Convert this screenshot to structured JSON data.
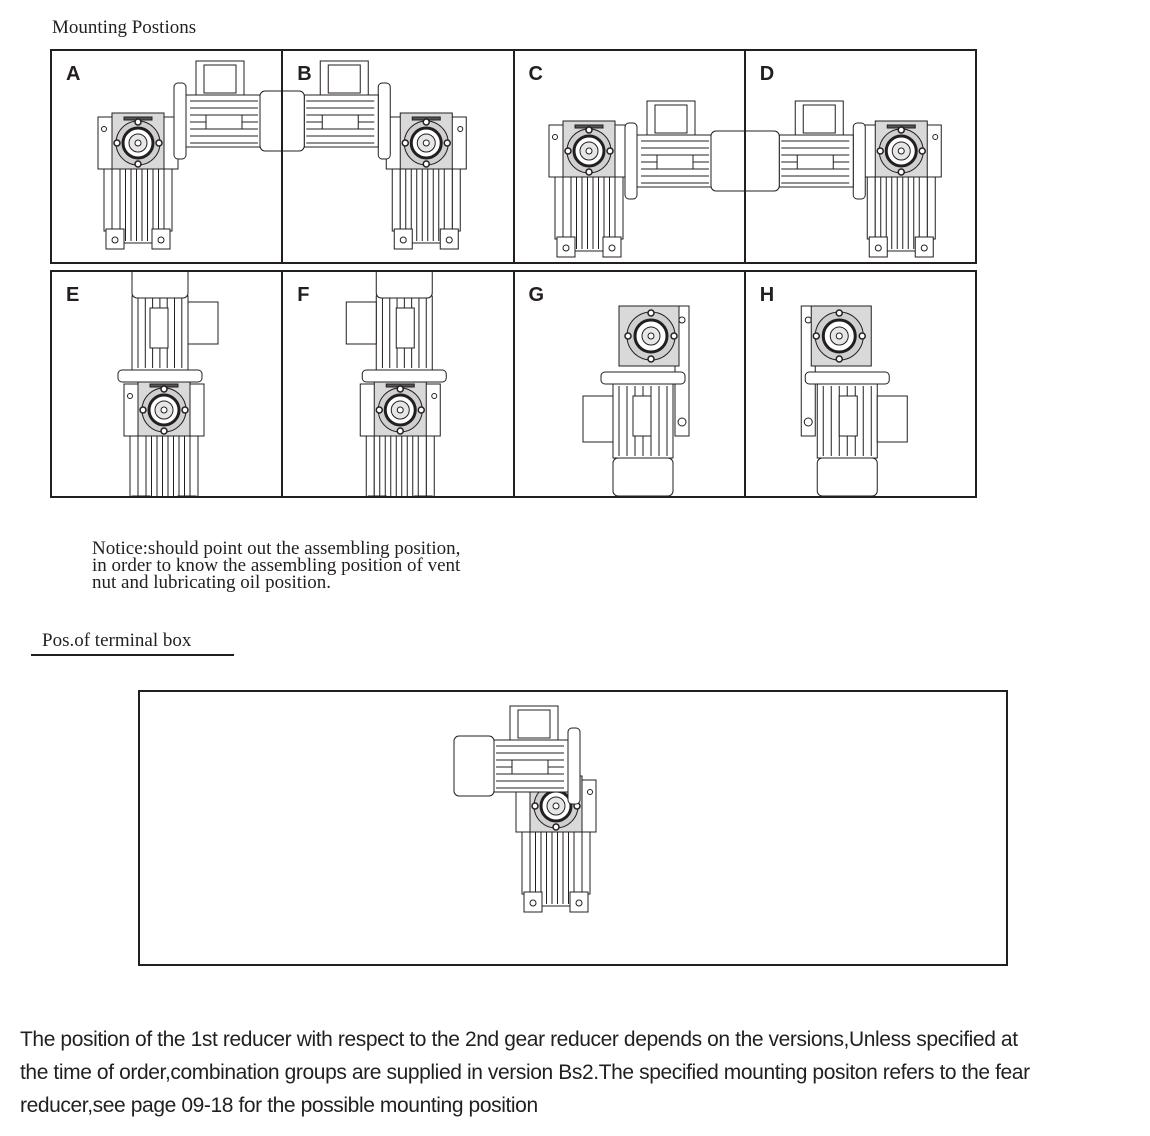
{
  "title": "Mounting Postions",
  "positions": [
    {
      "label": "A",
      "orientation": "gear-left-motor-right"
    },
    {
      "label": "B",
      "orientation": "motor-left-gear-right"
    },
    {
      "label": "C",
      "orientation": "gear-left-motor-right-low"
    },
    {
      "label": "D",
      "orientation": "motor-left-gear-right-low"
    },
    {
      "label": "E",
      "orientation": "motor-up-terminal-right"
    },
    {
      "label": "F",
      "orientation": "motor-up-terminal-left"
    },
    {
      "label": "G",
      "orientation": "motor-down-terminal-left"
    },
    {
      "label": "H",
      "orientation": "motor-down-terminal-right"
    }
  ],
  "notice": {
    "lines": [
      "Notice:should point out the assembling position,",
      "in order to know the assembling position of vent",
      "nut and lubricating oil position."
    ]
  },
  "terminal_box": {
    "label": "Pos.of terminal box"
  },
  "footer": {
    "lines": [
      "The position of the 1st reducer with respect to the 2nd gear reducer depends on the versions,Unless specified at",
      "the time of order,combination groups are supplied in version Bs2.The specified mounting positon refers to the fear",
      "reducer,see page 09-18 for the possible mounting position"
    ]
  },
  "colors": {
    "ink": "#231f20",
    "housing": "#d9d9d9",
    "background": "#ffffff"
  }
}
